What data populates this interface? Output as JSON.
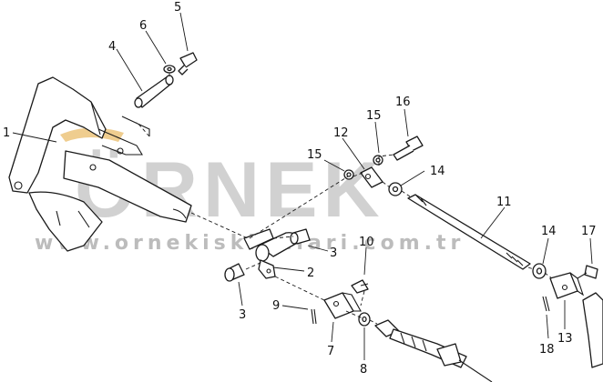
{
  "watermark": {
    "brand": "ÖRNEK",
    "url": "www.ornekiskinalari.com.tr",
    "brand_color": "#c9c9c9",
    "url_color": "#b5b5b5",
    "accent_color": "#e8b860"
  },
  "callouts": {
    "c1": "1",
    "c2": "2",
    "c3a": "3",
    "c3b": "3",
    "c4": "4",
    "c5": "5",
    "c6": "6",
    "c7": "7",
    "c8": "8",
    "c9": "9",
    "c10": "10",
    "c11": "11",
    "c12": "12",
    "c13": "13",
    "c14a": "14",
    "c14b": "14",
    "c15a": "15",
    "c15b": "15",
    "c16": "16",
    "c17": "17",
    "c18": "18"
  }
}
